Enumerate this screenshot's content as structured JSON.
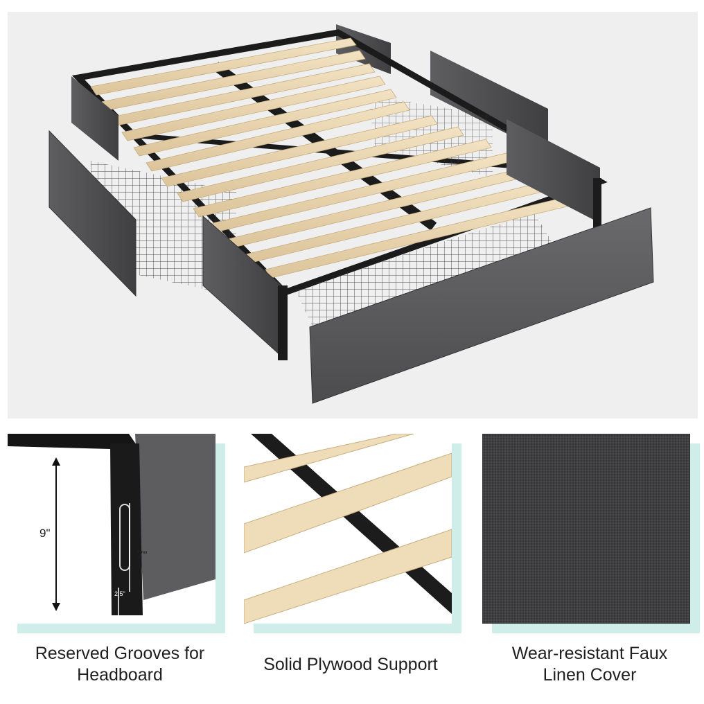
{
  "features": [
    {
      "caption_line1": "Reserved Grooves for",
      "caption_line2": "Headboard",
      "dimensions": {
        "height": "9\"",
        "groove": "7\"",
        "offset": "2.5\""
      }
    },
    {
      "caption_line1": "Solid Plywood Support",
      "caption_line2": ""
    },
    {
      "caption_line1": "Wear-resistant Faux",
      "caption_line2": "Linen Cover"
    }
  ],
  "colors": {
    "frame_metal": "#1b1b1b",
    "fabric_gray": "#5a5a5c",
    "slat_wood": "#ecd9b4",
    "panel_accent": "#cfeeea"
  }
}
